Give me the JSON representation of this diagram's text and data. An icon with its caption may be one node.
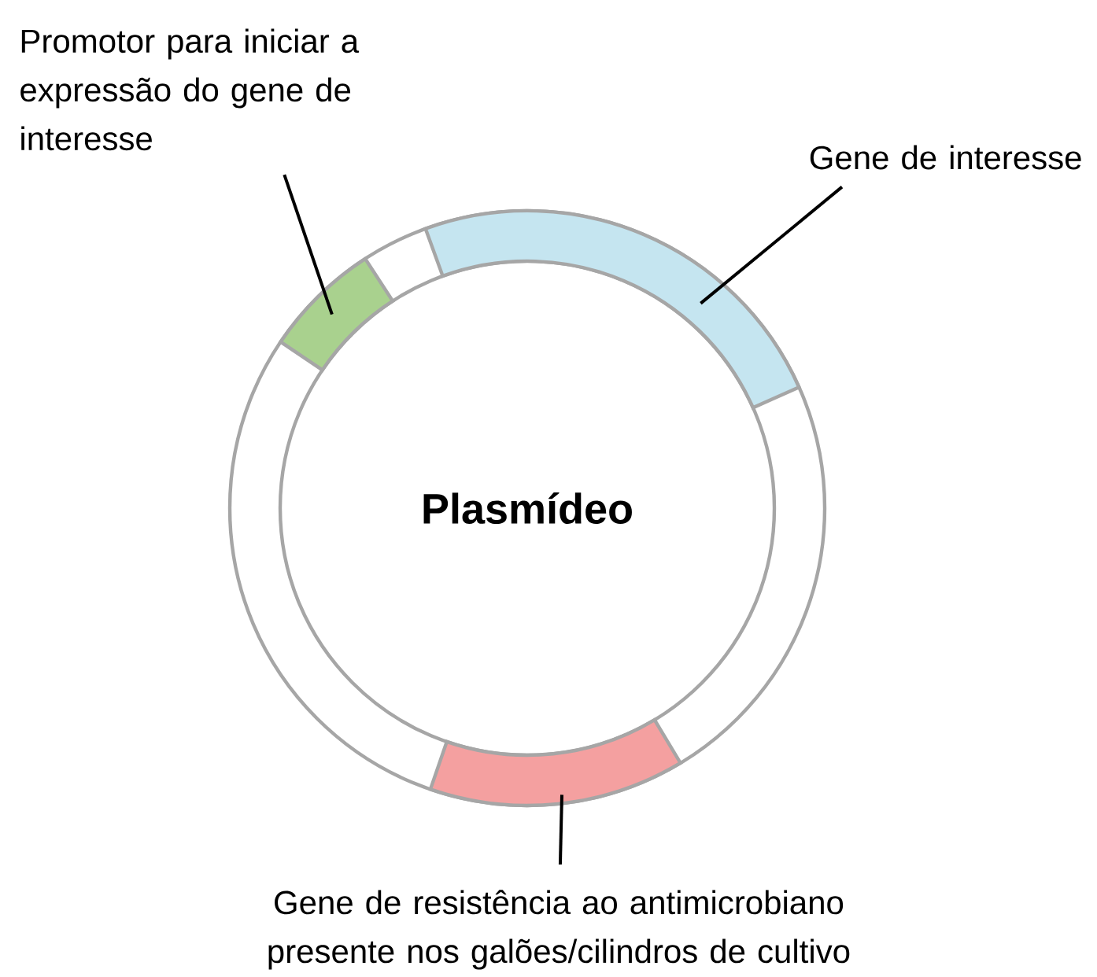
{
  "diagram": {
    "nodes": [
      {
        "text": [
          "Plasmídeo"
        ]
      },
      {
        "text": [
          "Promotor para iniciar a expressão do gene de interesse"
        ]
      },
      {
        "text": [
          "Gene de interesse"
        ]
      },
      {
        "text": [
          "Gene de resistência ao antimicrobiano presente nos galões/cilindros de cultivo"
        ]
      },
      {
        "text": [],
        "shape": "bar",
        "in": 0
      },
      {
        "text": [],
        "shape": "bar",
        "in": 0
      },
      {
        "text": [],
        "shape": "bar",
        "in": 0
      }
    ],
    "edges": [
      {
        "from": 1,
        "to": 4,
        "arrow": "none"
      },
      {
        "from": 2,
        "to": 5,
        "arrow": "none"
      },
      {
        "from": 3,
        "to": 6,
        "arrow": "none"
      }
    ]
  }
}
